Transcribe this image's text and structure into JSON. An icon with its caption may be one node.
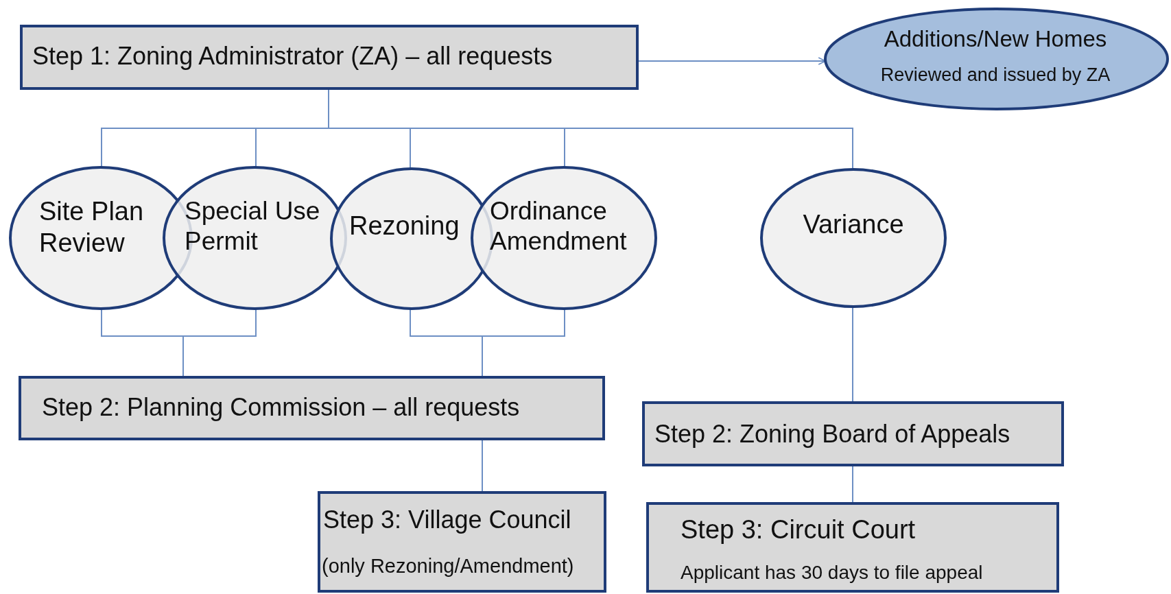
{
  "diagram": {
    "nodes": [
      {
        "text": [
          "Step 1: Zoning Administrator (ZA) – all requests"
        ]
      },
      {
        "text": [
          "Additions/New Homes",
          "Reviewed and issued by ZA"
        ]
      },
      {
        "text": [
          "Site Plan Review"
        ]
      },
      {
        "text": [
          "Special Use Permit"
        ]
      },
      {
        "text": [
          "Rezoning"
        ]
      },
      {
        "text": [
          "Ordinance Amendment"
        ]
      },
      {
        "text": [
          "Variance"
        ]
      },
      {
        "text": [
          "Step 2: Planning Commission – all requests"
        ]
      },
      {
        "text": [
          "Step 2: Zoning Board of Appeals"
        ]
      },
      {
        "text": [
          "Step 3: Village Council",
          "(only Rezoning/Amendment)"
        ]
      },
      {
        "text": [
          "Step 3: Circuit Court",
          "Applicant has 30 days to file appeal"
        ]
      }
    ],
    "edges": [
      {
        "from": 0,
        "to": 1,
        "arrow": "to"
      },
      {
        "from": 0,
        "to": 2,
        "arrow": "none"
      },
      {
        "from": 0,
        "to": 3,
        "arrow": "none"
      },
      {
        "from": 0,
        "to": 4,
        "arrow": "none"
      },
      {
        "from": 0,
        "to": 5,
        "arrow": "none"
      },
      {
        "from": 0,
        "to": 6,
        "arrow": "none"
      },
      {
        "from": 2,
        "to": 7,
        "arrow": "none"
      },
      {
        "from": 3,
        "to": 7,
        "arrow": "none"
      },
      {
        "from": 4,
        "to": 7,
        "arrow": "none"
      },
      {
        "from": 5,
        "to": 7,
        "arrow": "none"
      },
      {
        "from": 6,
        "to": 8,
        "arrow": "none"
      },
      {
        "from": 7,
        "to": 9,
        "arrow": "none"
      },
      {
        "from": 8,
        "to": 10,
        "arrow": "none"
      }
    ]
  }
}
